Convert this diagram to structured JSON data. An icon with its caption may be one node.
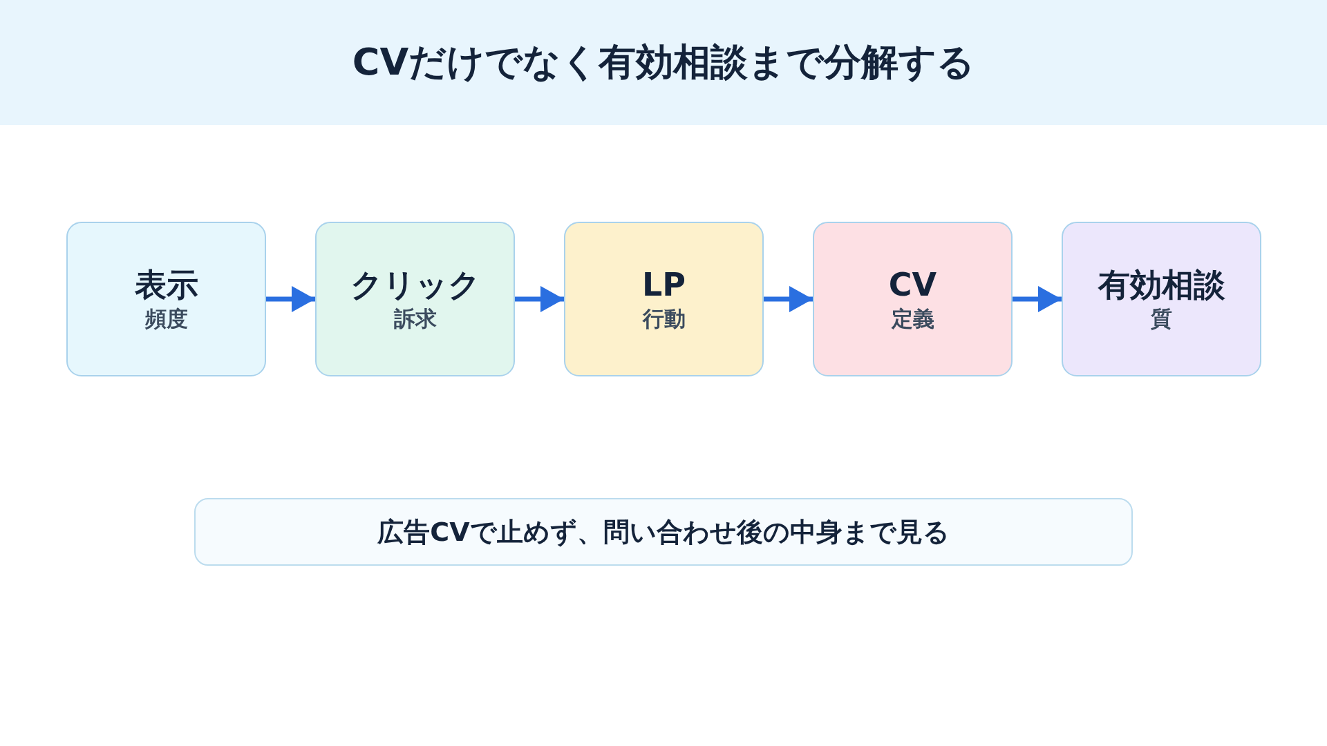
{
  "diagram": {
    "title": "CVだけでなく有効相談まで分解する",
    "nodes": [
      {
        "text": [
          "表示",
          "頻度"
        ]
      },
      {
        "text": [
          "クリック",
          "訴求"
        ]
      },
      {
        "text": [
          "LP",
          "行動"
        ]
      },
      {
        "text": [
          "CV",
          "定義"
        ]
      },
      {
        "text": [
          "有効相談",
          "質"
        ]
      },
      {
        "text": [
          "広告CVで止めず、問い合わせ後の中身まで見る"
        ]
      }
    ],
    "edges": [
      {
        "from": 0,
        "to": 1,
        "arrow": "to"
      },
      {
        "from": 1,
        "to": 2,
        "arrow": "to"
      },
      {
        "from": 2,
        "to": 3,
        "arrow": "to"
      },
      {
        "from": 3,
        "to": 4,
        "arrow": "to"
      }
    ]
  }
}
